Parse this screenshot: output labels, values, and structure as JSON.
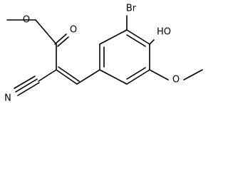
{
  "molecule": {
    "atom_labels": {
      "bromine": "Br",
      "hydroxyl": "HO",
      "ester_carbonyl_oxygen": "O",
      "ester_ether_oxygen": "O",
      "methoxy_oxygen": "O",
      "nitrile_nitrogen": "N"
    }
  }
}
